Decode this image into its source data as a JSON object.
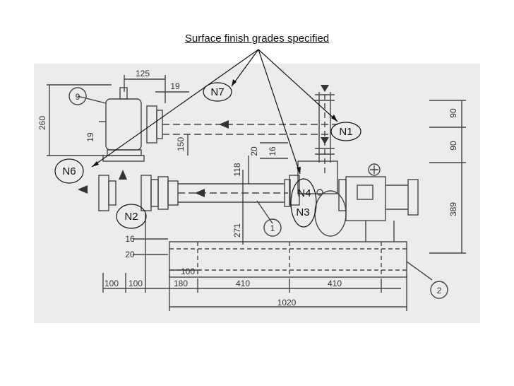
{
  "slide": {
    "title": "Surface finish grades specified"
  },
  "callouts": {
    "grades": [
      "N1",
      "N2",
      "N3",
      "N4",
      "N6",
      "N7"
    ]
  },
  "drawing": {
    "part_numbers": [
      "1",
      "2",
      "9"
    ],
    "dimensions": {
      "d125": "125",
      "d19_top": "19",
      "d260": "260",
      "d19_side": "19",
      "d150": "150",
      "d90_upper": "90",
      "d90_lower": "90",
      "d389": "389",
      "d118": "118",
      "d20_mid": "20",
      "d16_mid": "16",
      "d271": "271",
      "d16_left": "16",
      "d20_left": "20",
      "d100_a": "100",
      "d100_b": "100",
      "d100_c": "100",
      "d180": "180",
      "d410_a": "410",
      "d410_b": "410",
      "d1020": "1020"
    }
  }
}
